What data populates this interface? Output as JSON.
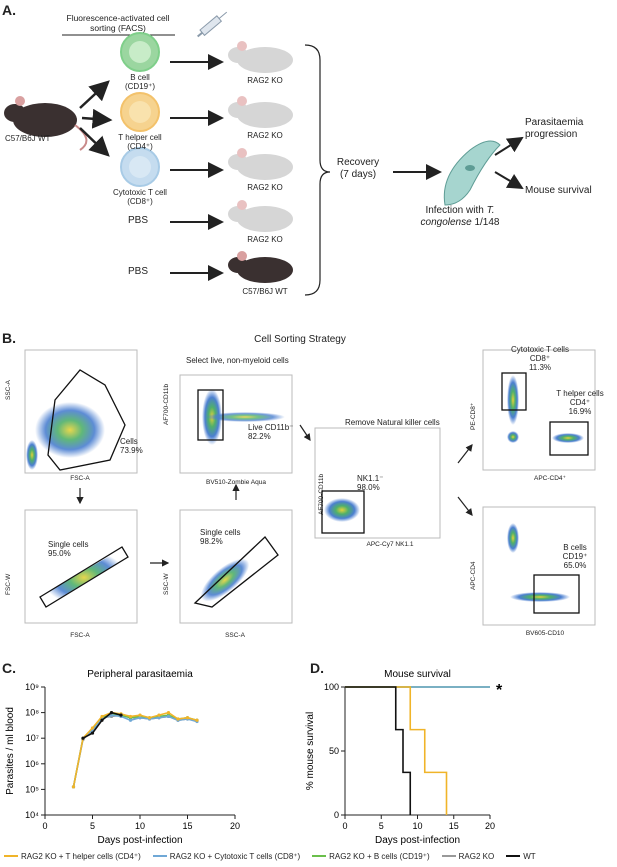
{
  "panels": {
    "a": "A.",
    "b": "B.",
    "c": "C.",
    "d": "D."
  },
  "panel_a": {
    "donor": "C57/B6J WT",
    "facs_title": "Fluorescence-activated cell sorting (FACS)",
    "cells": [
      {
        "name": "B cell",
        "marker": "(CD19⁺)",
        "color": "#7fcf8a",
        "core": "#c8ecc8"
      },
      {
        "name": "T helper cell",
        "marker": "(CD4⁺)",
        "color": "#f3c26b",
        "core": "#f9e2ad"
      },
      {
        "name": "Cytotoxic T cell",
        "marker": "(CD8⁺)",
        "color": "#a8cbe6",
        "core": "#d8e8f4"
      }
    ],
    "pbs": "PBS",
    "recipients": [
      "RAG2 KO",
      "RAG2 KO",
      "RAG2 KO",
      "RAG2 KO",
      "C57/B6J WT"
    ],
    "recovery": "Recovery",
    "recovery_days": "(7 days)",
    "infection_line1": "Infection with",
    "infection_species": "T.",
    "infection_line2a": "congolense",
    "infection_line2b": " 1/148",
    "outcomes": [
      "Parasitaemia",
      "progression",
      "Mouse survival"
    ]
  },
  "panel_b": {
    "title": "Cell Sorting Strategy",
    "p1": {
      "x": "FSC-A",
      "y": "SSC-A",
      "gate": "Cells",
      "pct": "73.9%"
    },
    "p2": {
      "title": "Select live, non-myeloid cells",
      "x": "BV510-Zombie Aqua",
      "y": "AF700-CD11b",
      "gate": "Live CD11b⁻",
      "pct": "82.2%"
    },
    "p3": {
      "x": "FSC-A",
      "y": "FSC-W",
      "gate": "Single cells",
      "pct": "95.0%"
    },
    "p4": {
      "x": "SSC-A",
      "y": "SSC-W",
      "gate": "Single cells",
      "pct": "98.2%"
    },
    "p5": {
      "title": "Remove Natural killer cells",
      "x": "APC-Cy7 NK1.1",
      "y": "AF700-CD11b",
      "gate": "NK1.1⁻",
      "pct": "98.0%"
    },
    "p6": {
      "x": "APC-CD4⁺",
      "y": "PE-CD8⁺",
      "gate1": "Cytotoxic T cells",
      "gate1m": "CD8⁺",
      "gate1p": "11.3%",
      "gate2": "T helper cells",
      "gate2m": "CD4⁺",
      "gate2p": "16.9%"
    },
    "p7": {
      "x": "BV605-CD10",
      "y": "APC-CD4",
      "gate": "B cells",
      "gatem": "CD19⁺",
      "pct": "65.0%"
    }
  },
  "chart_data": [
    {
      "type": "line",
      "title": "Peripheral parasitaemia",
      "xlabel": "Days post-infection",
      "ylabel": "Parasites / ml blood",
      "xlim": [
        0,
        20
      ],
      "ylim": [
        4,
        9
      ],
      "y_scale": "log10",
      "xticks": [
        "0",
        "5",
        "10",
        "15",
        "20"
      ],
      "yticks": [
        "10⁴",
        "10⁵",
        "10⁶",
        "10⁷",
        "10⁸",
        "10⁹"
      ],
      "series": [
        {
          "name": "RAG2 KO + T helper cells (CD4⁺)",
          "color": "#f0b429",
          "x": [
            3,
            4,
            5,
            6,
            7,
            8,
            9,
            10,
            11,
            12,
            13,
            14,
            15,
            16
          ],
          "y": [
            5.1,
            7.0,
            7.4,
            7.85,
            8.0,
            7.95,
            7.85,
            7.9,
            7.8,
            7.9,
            8.0,
            7.75,
            7.8,
            7.7
          ]
        },
        {
          "name": "RAG2 KO + Cytotoxic T cells (CD8⁺)",
          "color": "#6fa8d6",
          "x": [
            3,
            4,
            5,
            6,
            7,
            8,
            9,
            10,
            11,
            12,
            13,
            14,
            15,
            16
          ],
          "y": [
            5.1,
            7.0,
            7.3,
            7.75,
            7.9,
            7.85,
            7.7,
            7.8,
            7.75,
            7.8,
            7.85,
            7.7,
            7.75,
            7.65
          ]
        },
        {
          "name": "RAG2 KO + B cells (CD19⁺)",
          "color": "#6abf4b",
          "x": [
            3,
            4,
            5,
            6,
            7,
            8,
            9,
            10,
            11,
            12,
            13,
            14,
            15,
            16
          ],
          "y": [
            5.1,
            7.0,
            7.35,
            7.8,
            7.95,
            7.9,
            7.8,
            7.85,
            7.8,
            7.85,
            7.9,
            7.75,
            7.8,
            7.7
          ]
        },
        {
          "name": "RAG2 KO",
          "color": "#999999",
          "x": [
            3,
            4,
            5,
            6,
            7,
            8,
            9,
            10,
            11,
            12,
            13,
            14,
            15,
            16
          ],
          "y": [
            5.1,
            6.95,
            7.3,
            7.8,
            7.85,
            7.9,
            7.8,
            7.8,
            7.75,
            7.8,
            7.85,
            7.7,
            7.75,
            7.7
          ]
        },
        {
          "name": "WT",
          "color": "#111111",
          "x": [
            4,
            5,
            6,
            7,
            8
          ],
          "y": [
            7.0,
            7.2,
            7.7,
            8.0,
            7.9
          ]
        }
      ]
    },
    {
      "type": "line",
      "title": "Mouse survival",
      "xlabel": "Days post-infection",
      "ylabel": "% mouse survival",
      "xlim": [
        0,
        20
      ],
      "ylim": [
        0,
        100
      ],
      "xticks": [
        "0",
        "5",
        "10",
        "15",
        "20"
      ],
      "yticks": [
        "0",
        "50",
        "100"
      ],
      "annotation": "*",
      "series": [
        {
          "name": "RAG2 KO + T helper cells (CD4⁺)",
          "color": "#f0b429",
          "x": [
            0,
            9,
            9,
            11,
            11,
            14,
            14
          ],
          "y": [
            100,
            100,
            66.7,
            66.7,
            33.3,
            33.3,
            0
          ]
        },
        {
          "name": "RAG2 KO + Cytotoxic T cells (CD8⁺)",
          "color": "#6fa8d6",
          "x": [
            0,
            20
          ],
          "y": [
            100,
            100
          ]
        },
        {
          "name": "RAG2 KO + B cells (CD19⁺)",
          "color": "#6abf4b",
          "x": [
            0,
            20
          ],
          "y": [
            100,
            100
          ]
        },
        {
          "name": "RAG2 KO",
          "color": "#999999",
          "x": [
            0,
            20
          ],
          "y": [
            100,
            100
          ]
        },
        {
          "name": "WT",
          "color": "#111111",
          "x": [
            0,
            7,
            7,
            8,
            8,
            9,
            9
          ],
          "y": [
            100,
            100,
            66.7,
            66.7,
            33.3,
            33.3,
            0
          ]
        }
      ]
    }
  ],
  "legend": [
    {
      "label": "RAG2 KO + T helper cells (CD4⁺)",
      "color": "#f0b429"
    },
    {
      "label": "RAG2 KO + Cytotoxic T cells (CD8⁺)",
      "color": "#6fa8d6"
    },
    {
      "label": "RAG2 KO + B cells (CD19⁺)",
      "color": "#6abf4b"
    },
    {
      "label": "RAG2 KO",
      "color": "#999999"
    },
    {
      "label": "WT",
      "color": "#111111"
    }
  ]
}
